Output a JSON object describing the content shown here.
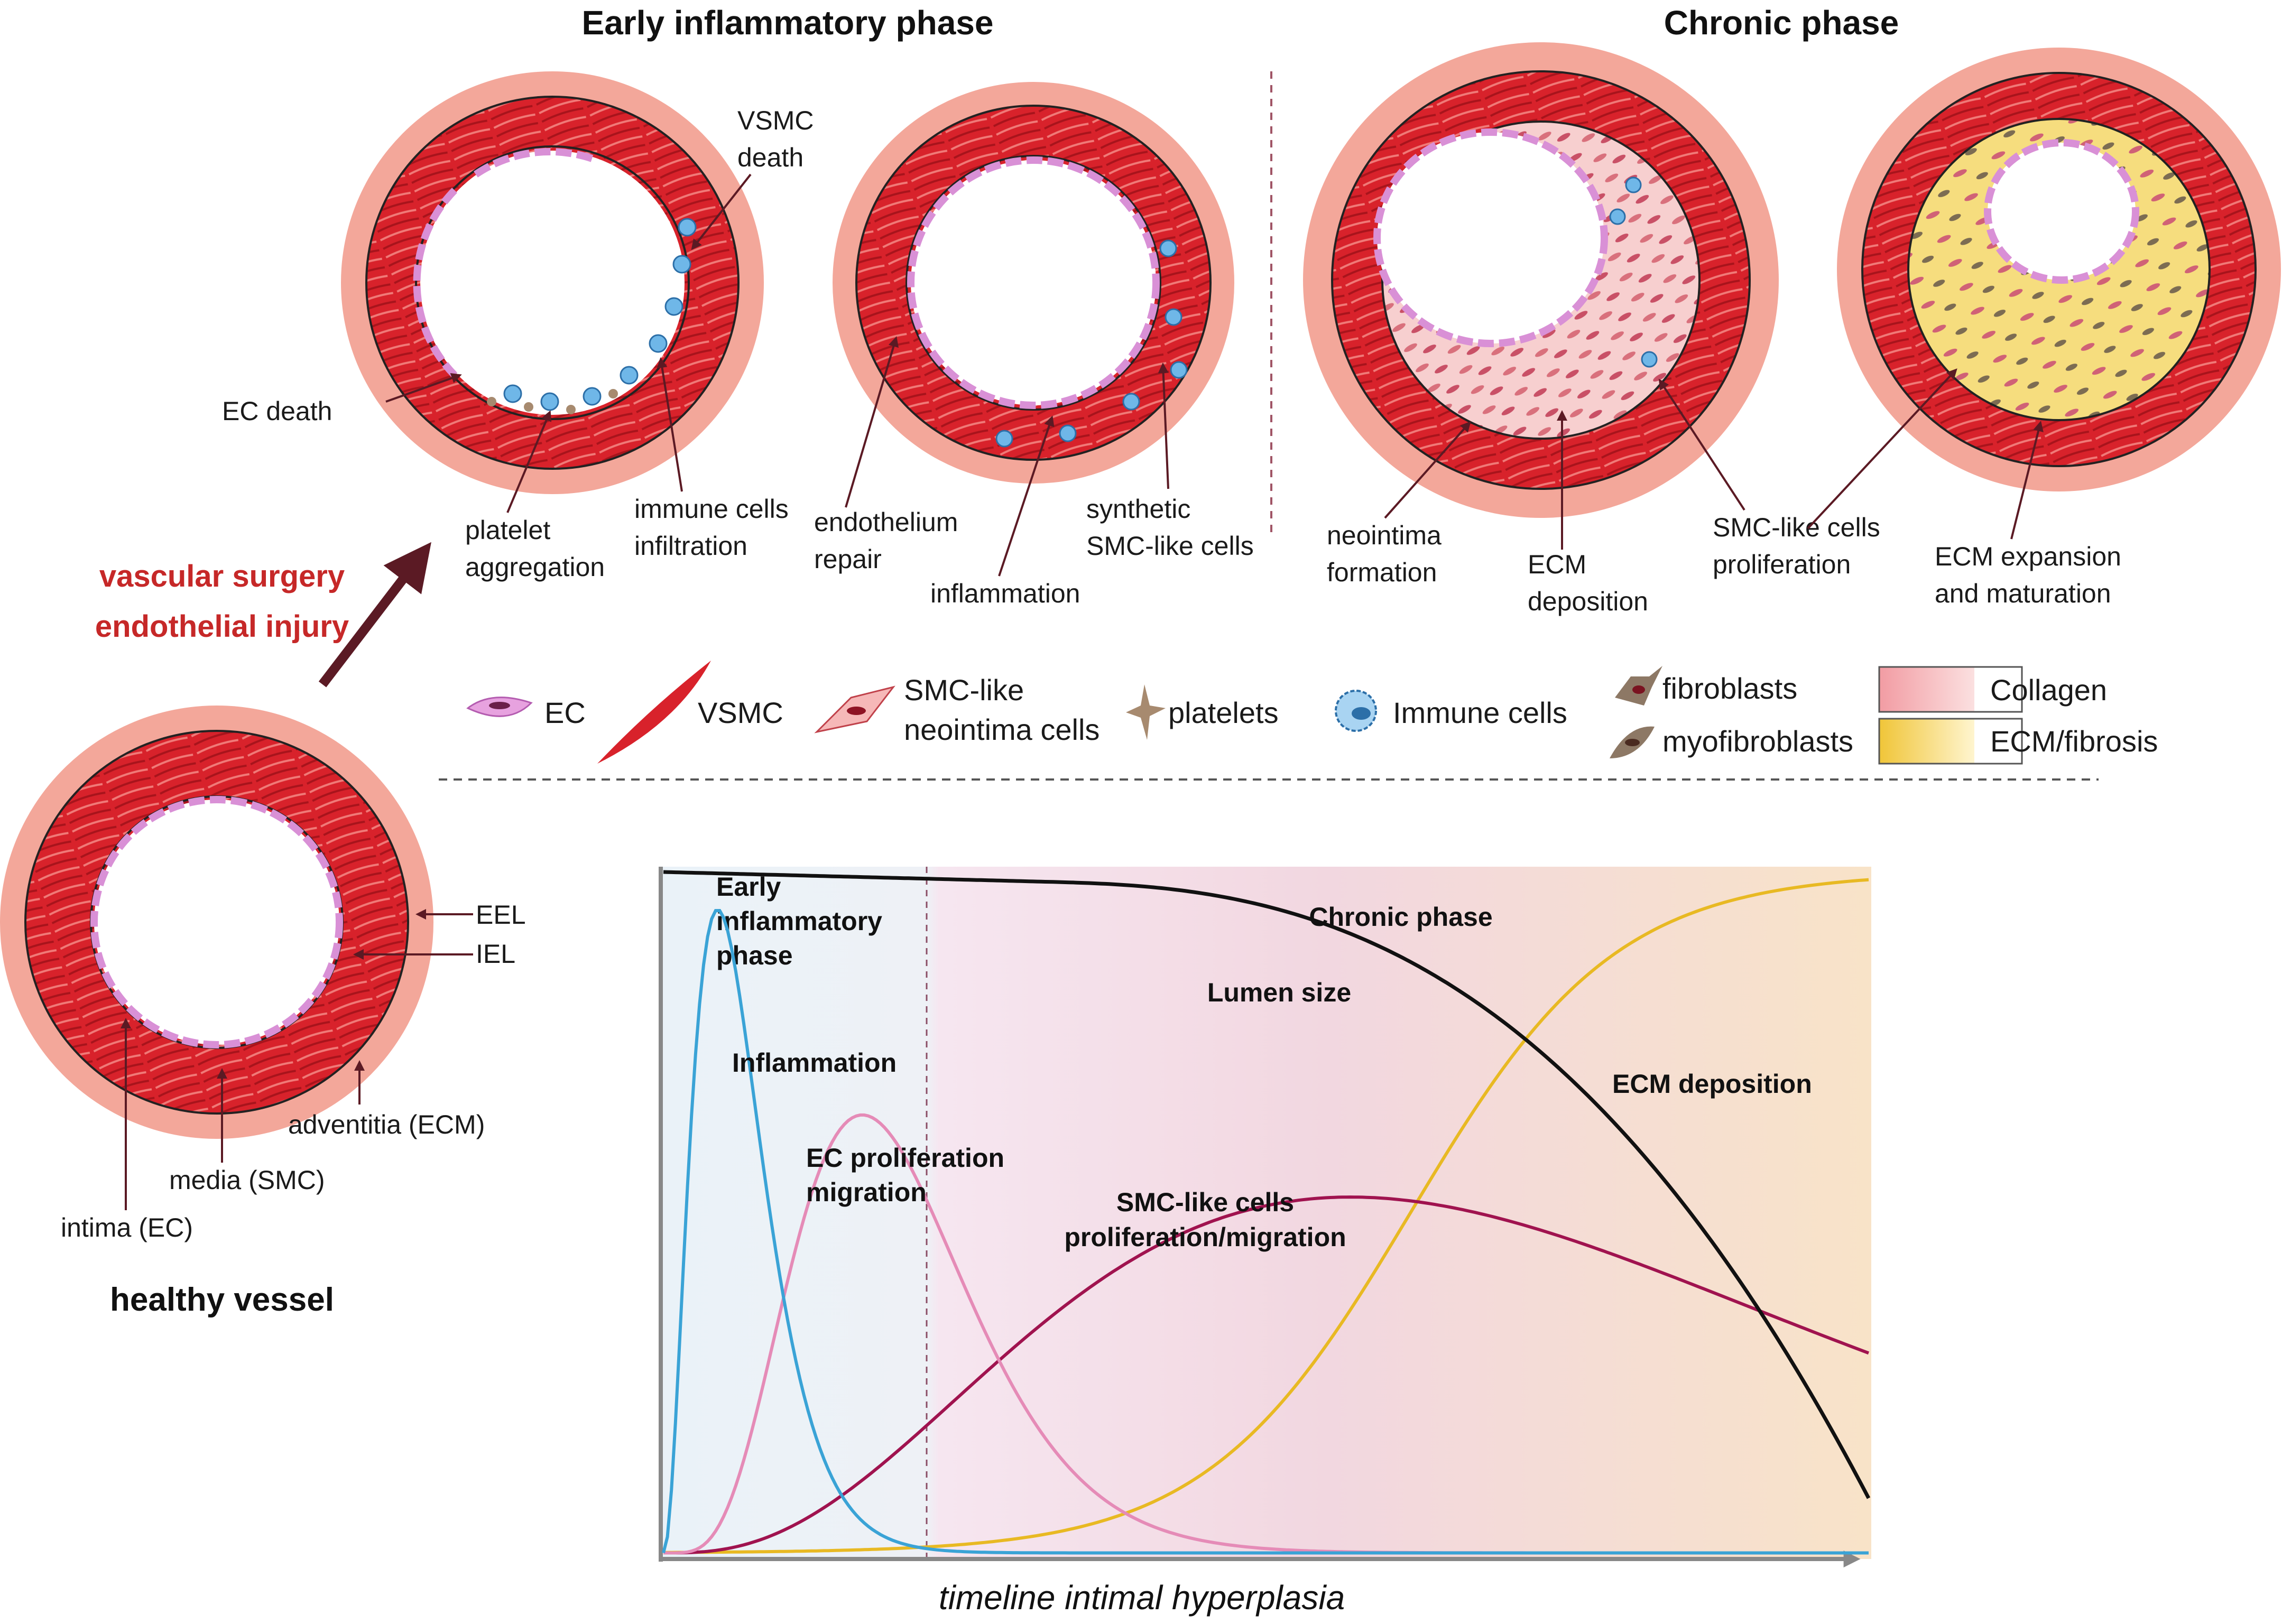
{
  "headers": {
    "early": "Early inflammatory phase",
    "chronic": "Chronic phase"
  },
  "callout": {
    "line1": "vascular surgery",
    "line2": "endothelial injury"
  },
  "healthy": {
    "title": "healthy vessel",
    "labels": {
      "eel": "EEL",
      "iel": "IEL",
      "adventitia": "adventitia (ECM)",
      "media": "media (SMC)",
      "intima": "intima (EC)"
    }
  },
  "vessel_labels": {
    "vsmc_death": [
      "VSMC",
      "death"
    ],
    "ec_death": [
      "EC death"
    ],
    "platelet": [
      "platelet",
      "aggregation"
    ],
    "immune": [
      "immune cells",
      "infiltration"
    ],
    "endo_repair": [
      "endothelium",
      "repair"
    ],
    "inflammation": [
      "inflammation"
    ],
    "synthetic": [
      "synthetic",
      "SMC-like cells"
    ],
    "neointima": [
      "neointima",
      "formation"
    ],
    "ecm_dep": [
      "ECM",
      "deposition"
    ],
    "smc_prolif": [
      "SMC-like cells",
      "proliferation"
    ],
    "ecm_exp": [
      "ECM expansion",
      "and maturation"
    ]
  },
  "legend": {
    "ec": "EC",
    "vsmc": "VSMC",
    "smc_like": [
      "SMC-like",
      "neointima cells"
    ],
    "platelets": "platelets",
    "immune": "Immune cells",
    "fibroblasts": "fibroblasts",
    "myofibroblasts": "myofibroblasts",
    "collagen": "Collagen",
    "ecm": "ECM/fibrosis"
  },
  "timeline": {
    "early_label": [
      "Early",
      "inflammatory",
      "phase"
    ],
    "chronic_label": "Chronic phase",
    "lumen": "Lumen size",
    "inflammation": "Inflammation",
    "ec_prolif": [
      "EC proliferation",
      "migration"
    ],
    "smc": [
      "SMC-like cells",
      "proliferation/migration"
    ],
    "ecm": "ECM deposition",
    "xlabel": "timeline intimal hyperplasia",
    "colors": {
      "inflammation": "#3aa3d6",
      "ec": "#e58bb7",
      "smc": "#a0134f",
      "ecm": "#e8b923",
      "lumen": "#111111",
      "inflammation_text": "#2f4ea0",
      "ec_text": "#e58bb7",
      "smc_text": "#8c1247",
      "ecm_text": "#d9a514"
    }
  }
}
